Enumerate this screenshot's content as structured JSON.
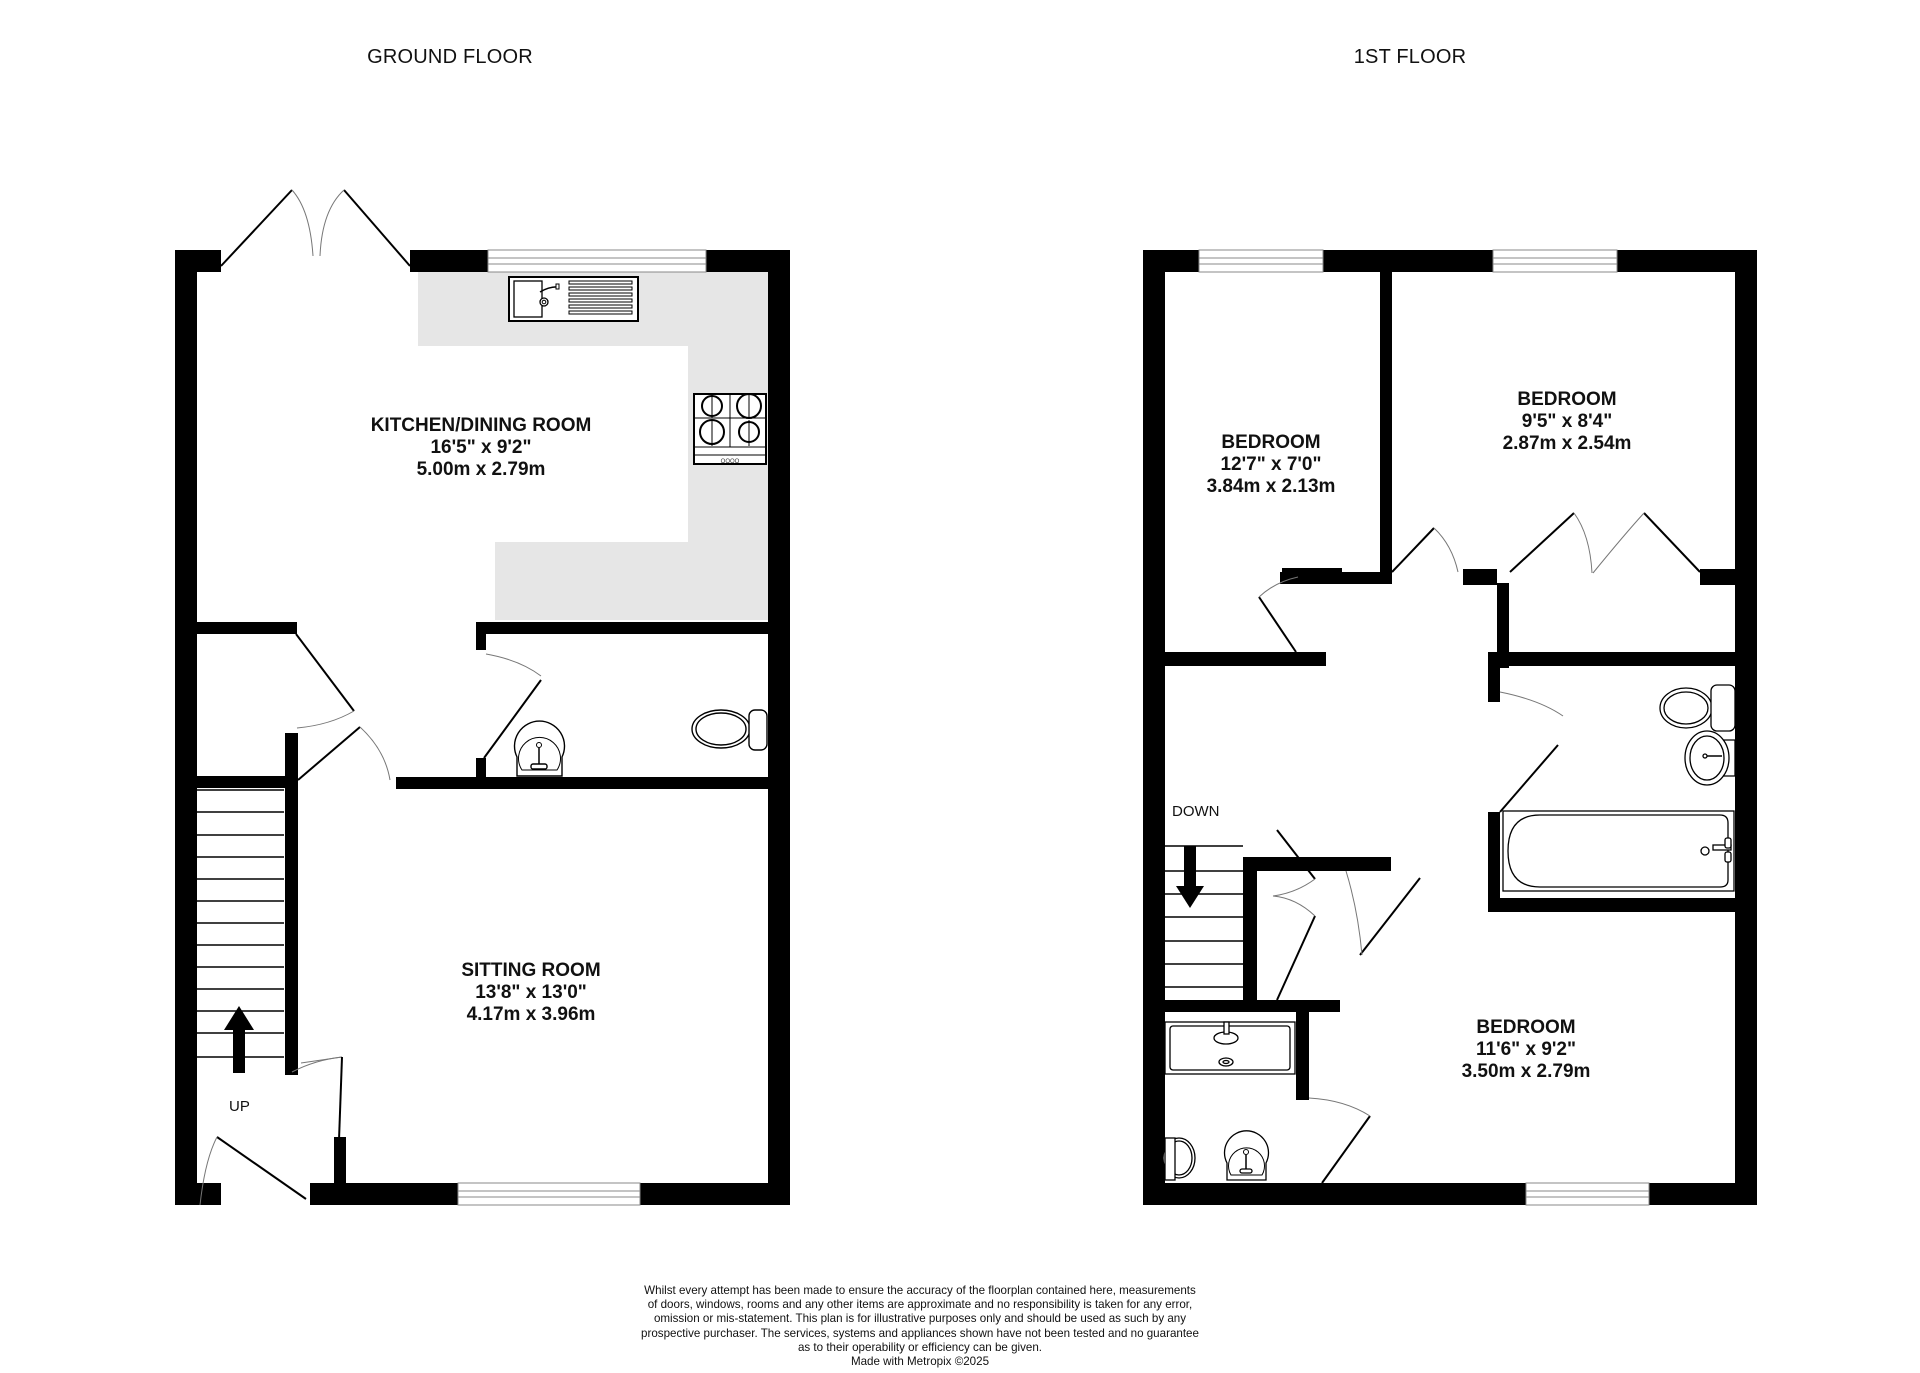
{
  "floors": [
    {
      "title": "GROUND FLOOR",
      "rooms": [
        {
          "name": "KITCHEN/DINING ROOM",
          "imperial": "16'5\"  x 9'2\"",
          "metric": "5.00m  x 2.79m"
        },
        {
          "name": "SITTING ROOM",
          "imperial": "13'8\"  x 13'0\"",
          "metric": "4.17m  x 3.96m"
        }
      ],
      "stairs_label": "UP",
      "fixtures": [
        "sink-with-drainer",
        "four-burner-hob",
        "wc-toilet",
        "wash-basin"
      ]
    },
    {
      "title": "1ST FLOOR",
      "rooms": [
        {
          "name": "BEDROOM",
          "imperial": "12'7\"  x 7'0\"",
          "metric": "3.84m  x 2.13m"
        },
        {
          "name": "BEDROOM",
          "imperial": "9'5\"  x 8'4\"",
          "metric": "2.87m  x 2.54m"
        },
        {
          "name": "BEDROOM",
          "imperial": "11'6\"  x 9'2\"",
          "metric": "3.50m  x 2.79m"
        }
      ],
      "stairs_label": "DOWN",
      "fixtures": [
        "bath",
        "wc-toilet",
        "wash-basin",
        "shower-tray",
        "ensuite-wc",
        "ensuite-basin"
      ]
    }
  ],
  "disclaimer": {
    "lines": [
      "Whilst every attempt has been made to ensure the accuracy of the floorplan contained here, measurements",
      "of doors, windows, rooms and any other items are approximate and no responsibility is taken for any error,",
      "omission or mis-statement. This plan is for illustrative purposes only and should be used as such by any",
      "prospective purchaser. The services, systems and appliances shown have not been tested and no guarantee",
      "as to their operability or efficiency can be given."
    ],
    "credit": "Made with Metropix ©2025"
  },
  "colors": {
    "wall": "#000000",
    "worktop": "#e6e6e6",
    "background": "#ffffff"
  }
}
